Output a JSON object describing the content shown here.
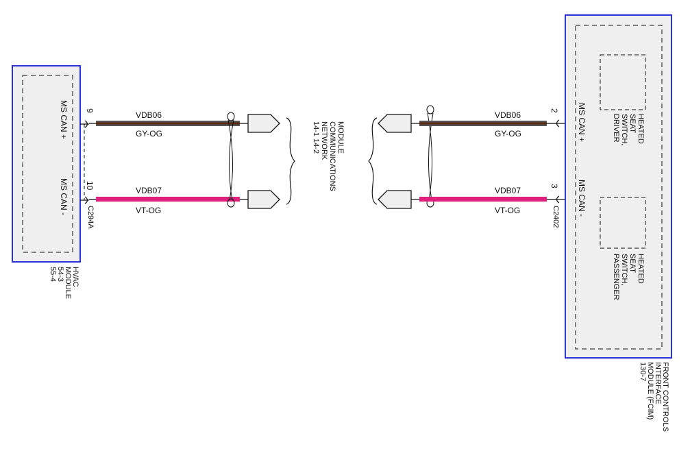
{
  "colors": {
    "module_border": "#2a34d6",
    "module_fill": "#efefef",
    "wire_top_core": "#5a2a12",
    "wire_top_edge": "#555555",
    "wire_bottom": "#e0207e",
    "line": "#111111"
  },
  "left_module": {
    "name_lines": [
      "HVAC",
      "MODULE",
      "54-3",
      "55-4"
    ],
    "pins": [
      {
        "pin": "9",
        "label": "MS CAN +"
      },
      {
        "pin": "10",
        "label": "MS CAN -"
      }
    ],
    "connector": "C294A"
  },
  "right_module": {
    "name_lines": [
      "FRONT CONTROLS",
      "INTERFACE",
      "MODULE (FCIM)",
      "130-7"
    ],
    "pins": [
      {
        "pin": "2",
        "label": "MS CAN +"
      },
      {
        "pin": "3",
        "label": "MS CAN -"
      }
    ],
    "connector": "C2402",
    "sub_components": [
      {
        "lines": [
          "HEATED",
          "SEAT",
          "SWITCH,",
          "DRIVER"
        ]
      },
      {
        "lines": [
          "HEATED",
          "SEAT",
          "SWITCH,",
          "PASSENGER"
        ]
      }
    ]
  },
  "wires": {
    "left": [
      {
        "circuit": "VDB06",
        "color_code": "GY-OG"
      },
      {
        "circuit": "VDB07",
        "color_code": "VT-OG"
      }
    ],
    "right": [
      {
        "circuit": "VDB06",
        "color_code": "GY-OG"
      },
      {
        "circuit": "VDB07",
        "color_code": "VT-OG"
      }
    ]
  },
  "network_note": {
    "lines": [
      "MODULE",
      "COMMUNICATIONS",
      "NETWORK",
      "14-1   14-2"
    ]
  }
}
